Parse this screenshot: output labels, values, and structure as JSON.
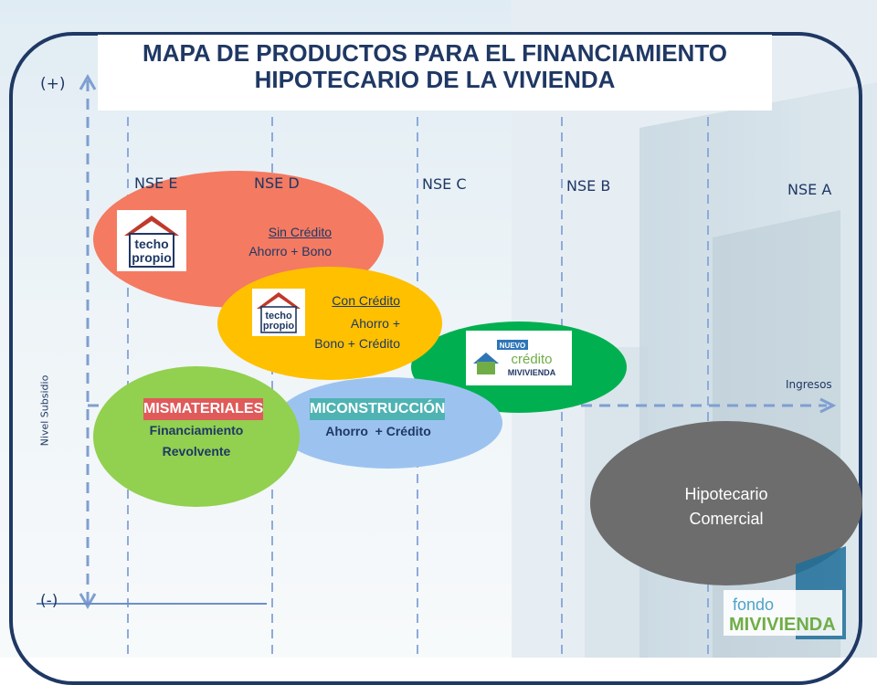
{
  "title": {
    "line1": "MAPA DE PRODUCTOS PARA EL FINANCIAMIENTO",
    "line2": "HIPOTECARIO DE LA VIVIENDA"
  },
  "axes": {
    "y_top": "(+)",
    "y_bottom": "(-)",
    "y_label": "Nivel Subsidio",
    "x_label": "Ingresos"
  },
  "segments": [
    "NSE E",
    "NSE D",
    "NSE C",
    "NSE B",
    "NSE A"
  ],
  "products": {
    "sin_credito": {
      "title": "Sin Crédito",
      "line2": "Ahorro + Bono",
      "color": "#f47a62",
      "logo": "techo-propio-logo"
    },
    "con_credito": {
      "title": "Con Crédito",
      "line2": "Ahorro +",
      "line3": "Bono + Crédito",
      "color": "#ffc000",
      "logo": "techo-propio-logo"
    },
    "nuevo_credito": {
      "color": "#00b050",
      "logo": "nuevo-credito-mivivienda-logo",
      "logo_top": "NUEVO",
      "logo_mid": "crédito",
      "logo_bottom": "MIVIVIENDA"
    },
    "miconstruccion": {
      "brand": "MICONSTRUCCIÓN",
      "text": "Ahorro  + Crédito",
      "color": "#9cc3f0"
    },
    "mismateriales": {
      "brand": "MISMATERIALES",
      "line1": "Financiamiento",
      "line2": "Revolvente",
      "color": "#92d050"
    },
    "hipotecario": {
      "line1": "Hipotecario",
      "line2": "Comercial",
      "color": "#6d6d6d"
    }
  },
  "footer_logo": {
    "line1": "fondo",
    "line2": "MIVIVIENDA"
  },
  "colors": {
    "navy": "#1f3864",
    "grid_line": "#8eaadb",
    "brand_red": "#e05a5a",
    "brand_teal": "#4fb3b3"
  }
}
